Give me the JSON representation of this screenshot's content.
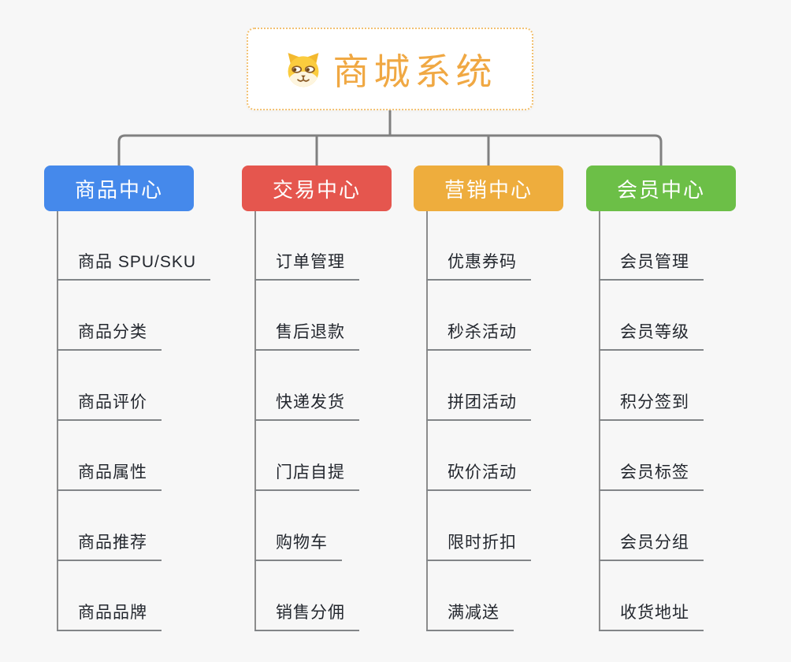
{
  "page": {
    "background": "#f7f7f7"
  },
  "root": {
    "title": "商城系统",
    "icon": "dog-face-icon",
    "title_color": "#f0a843",
    "border_color": "#f2c172"
  },
  "lines": {
    "connector_color": "#808080",
    "branch_line_color": "#8c8c8c"
  },
  "branches": [
    {
      "label": "商品中心",
      "color": "#4589eb",
      "items": [
        "商品 SPU/SKU",
        "商品分类",
        "商品评价",
        "商品属性",
        "商品推荐",
        "商品品牌"
      ]
    },
    {
      "label": "交易中心",
      "color": "#e5564e",
      "items": [
        "订单管理",
        "售后退款",
        "快递发货",
        "门店自提",
        "购物车",
        "销售分佣"
      ]
    },
    {
      "label": "营销中心",
      "color": "#eead3d",
      "items": [
        "优惠券码",
        "秒杀活动",
        "拼团活动",
        "砍价活动",
        "限时折扣",
        "满减送"
      ]
    },
    {
      "label": "会员中心",
      "color": "#6cbf47",
      "items": [
        "会员管理",
        "会员等级",
        "积分签到",
        "会员标签",
        "会员分组",
        "收货地址"
      ]
    }
  ]
}
